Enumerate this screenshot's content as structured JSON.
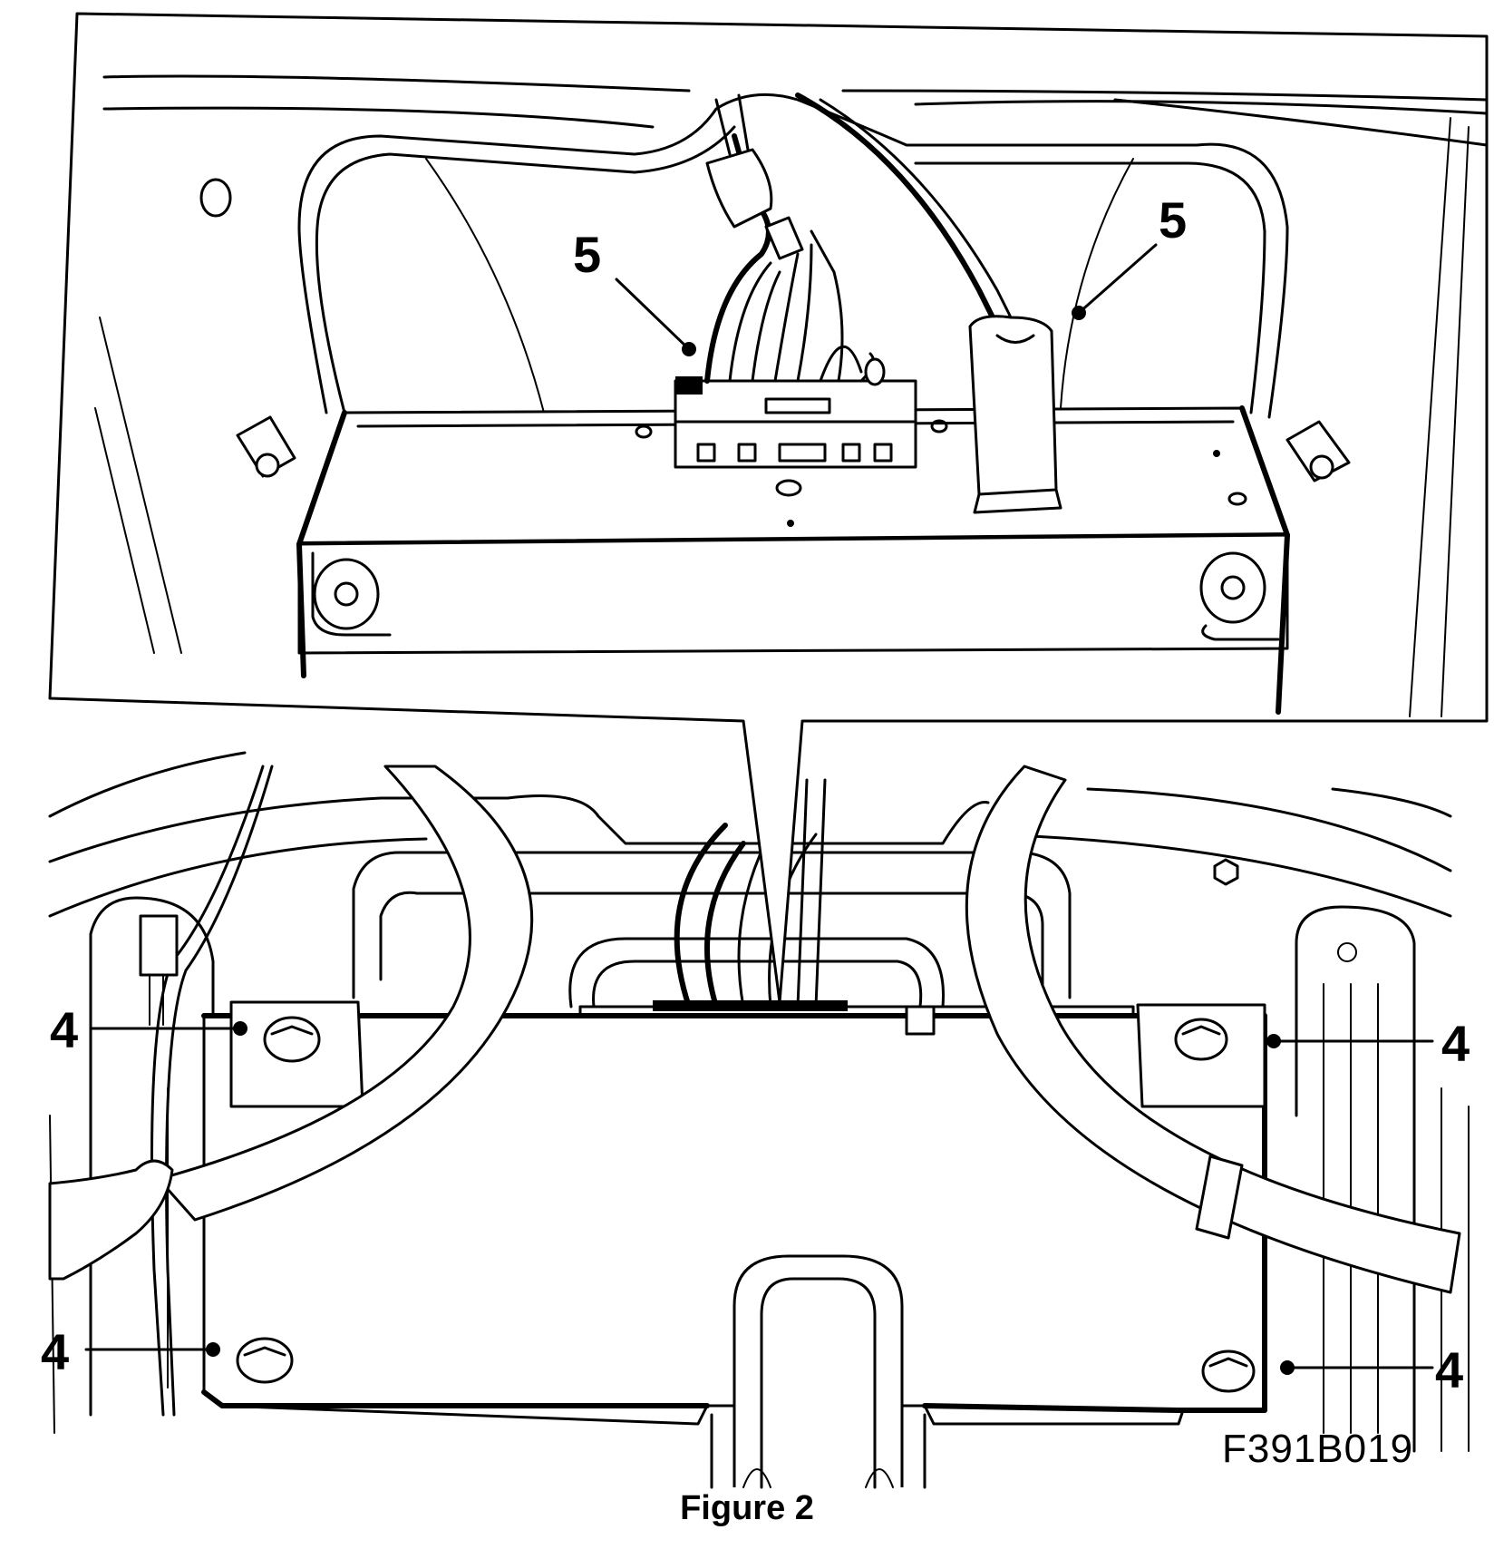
{
  "figure": {
    "caption": "Figure 2",
    "drawing_code": "F391B019"
  },
  "callouts": {
    "top_left": "5",
    "top_right": "5",
    "upper_left": "4",
    "lower_left": "4",
    "upper_right": "4",
    "lower_right": "4"
  }
}
